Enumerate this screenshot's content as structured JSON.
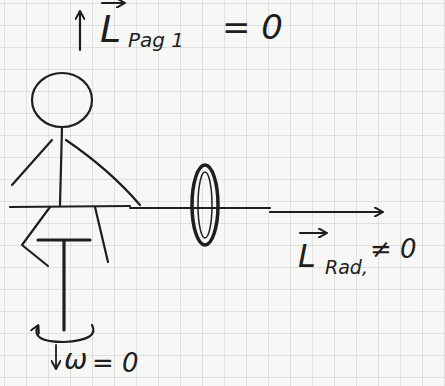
{
  "diagram": {
    "labels": [
      "L",
      "Pag 1",
      "= 0",
      "L",
      "Rad,",
      "≠ 0",
      "ω",
      "= 0"
    ]
  }
}
